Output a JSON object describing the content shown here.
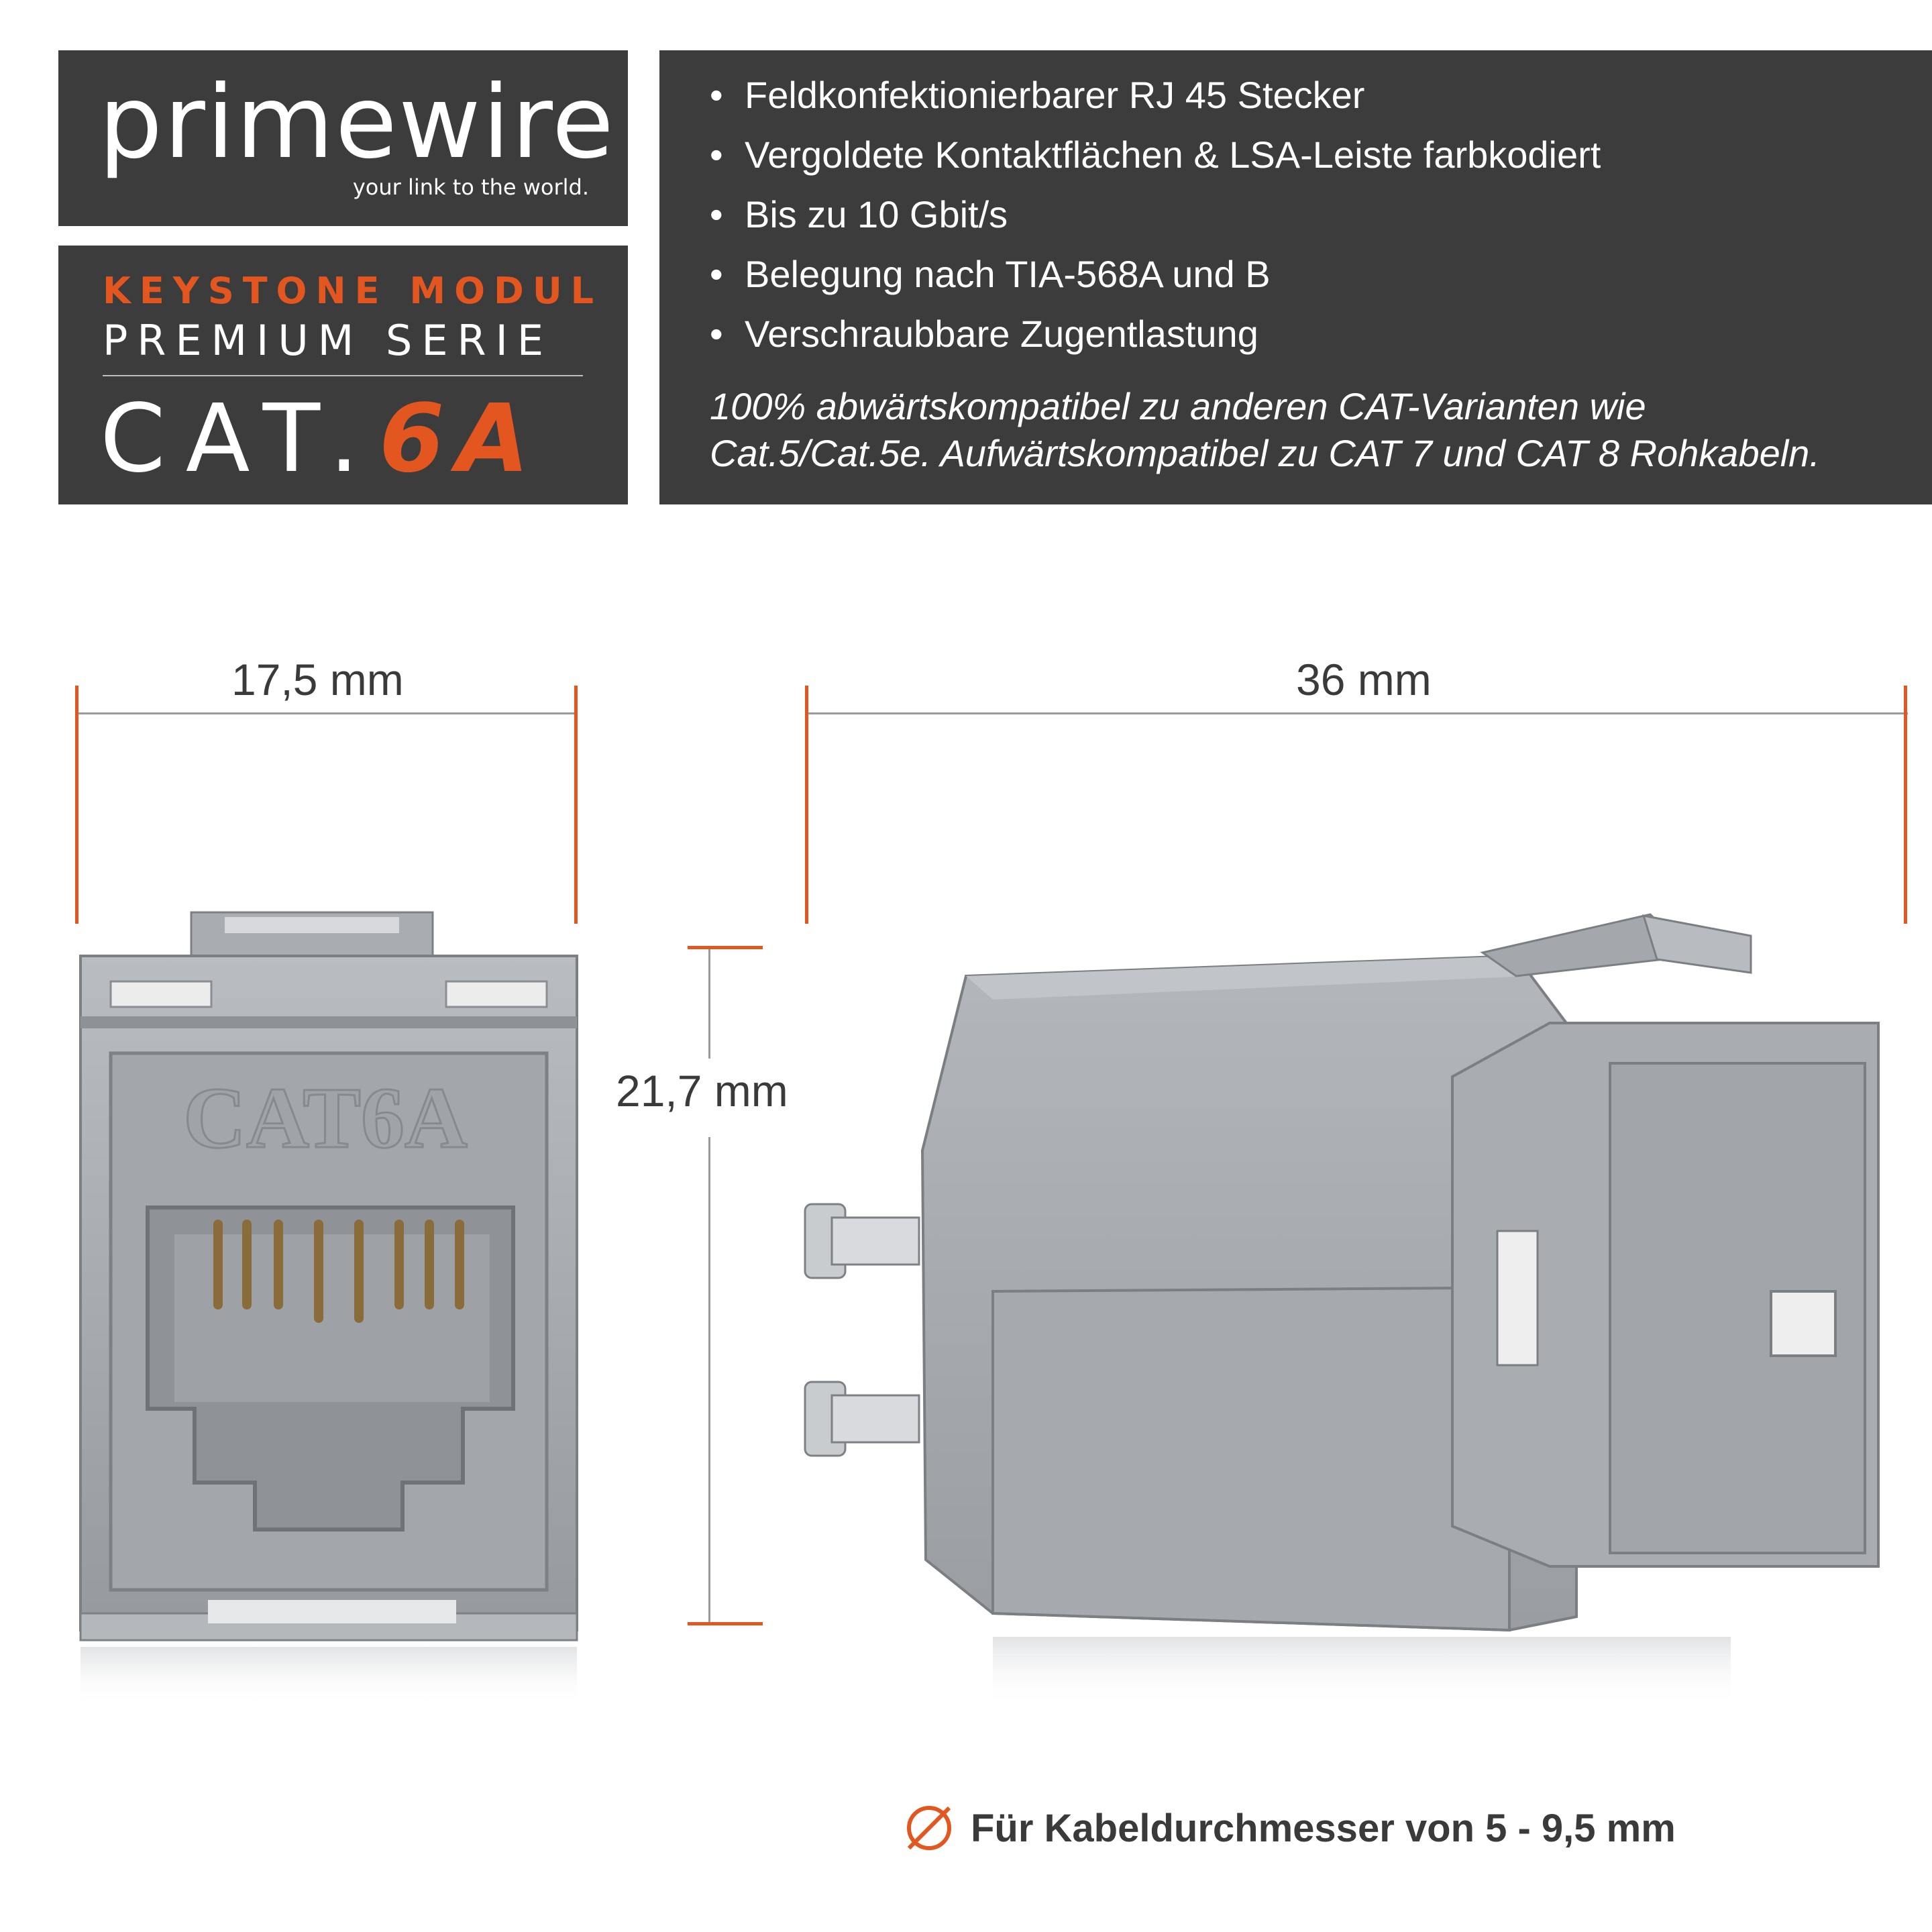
{
  "brand": {
    "logo_text": "primewire",
    "tagline": "your link to the world."
  },
  "product": {
    "kicker": "KEYSTONE MODUL",
    "series": "PREMIUM SERIE",
    "cat_prefix": "CAT.",
    "cat_accent": "6A",
    "jack_label": "CAT6A"
  },
  "features": [
    "Feldkonfektionierbarer RJ 45 Stecker",
    "Vergoldete Kontaktflächen & LSA-Leiste farbkodiert",
    "Bis zu 10 Gbit/s",
    "Belegung nach TIA-568A und B",
    "Verschraubbare Zugentlastung"
  ],
  "feature_bullet": "•",
  "compatibility": [
    "100% abwärtskompatibel zu anderen CAT-Varianten wie",
    "Cat.5/Cat.5e. Aufwärtskompatibel zu CAT 7 und CAT 8 Rohkabeln."
  ],
  "dimensions": {
    "width": "17,5 mm",
    "length": "36 mm",
    "height": "21,7 mm"
  },
  "footer": {
    "cable_note": "Für Kabeldurchmesser von 5 - 9,5 mm",
    "icon": "diameter-icon"
  },
  "colors": {
    "accent": "#e4561f",
    "panel": "#3c3c3c",
    "metal": "#a7abaf"
  }
}
